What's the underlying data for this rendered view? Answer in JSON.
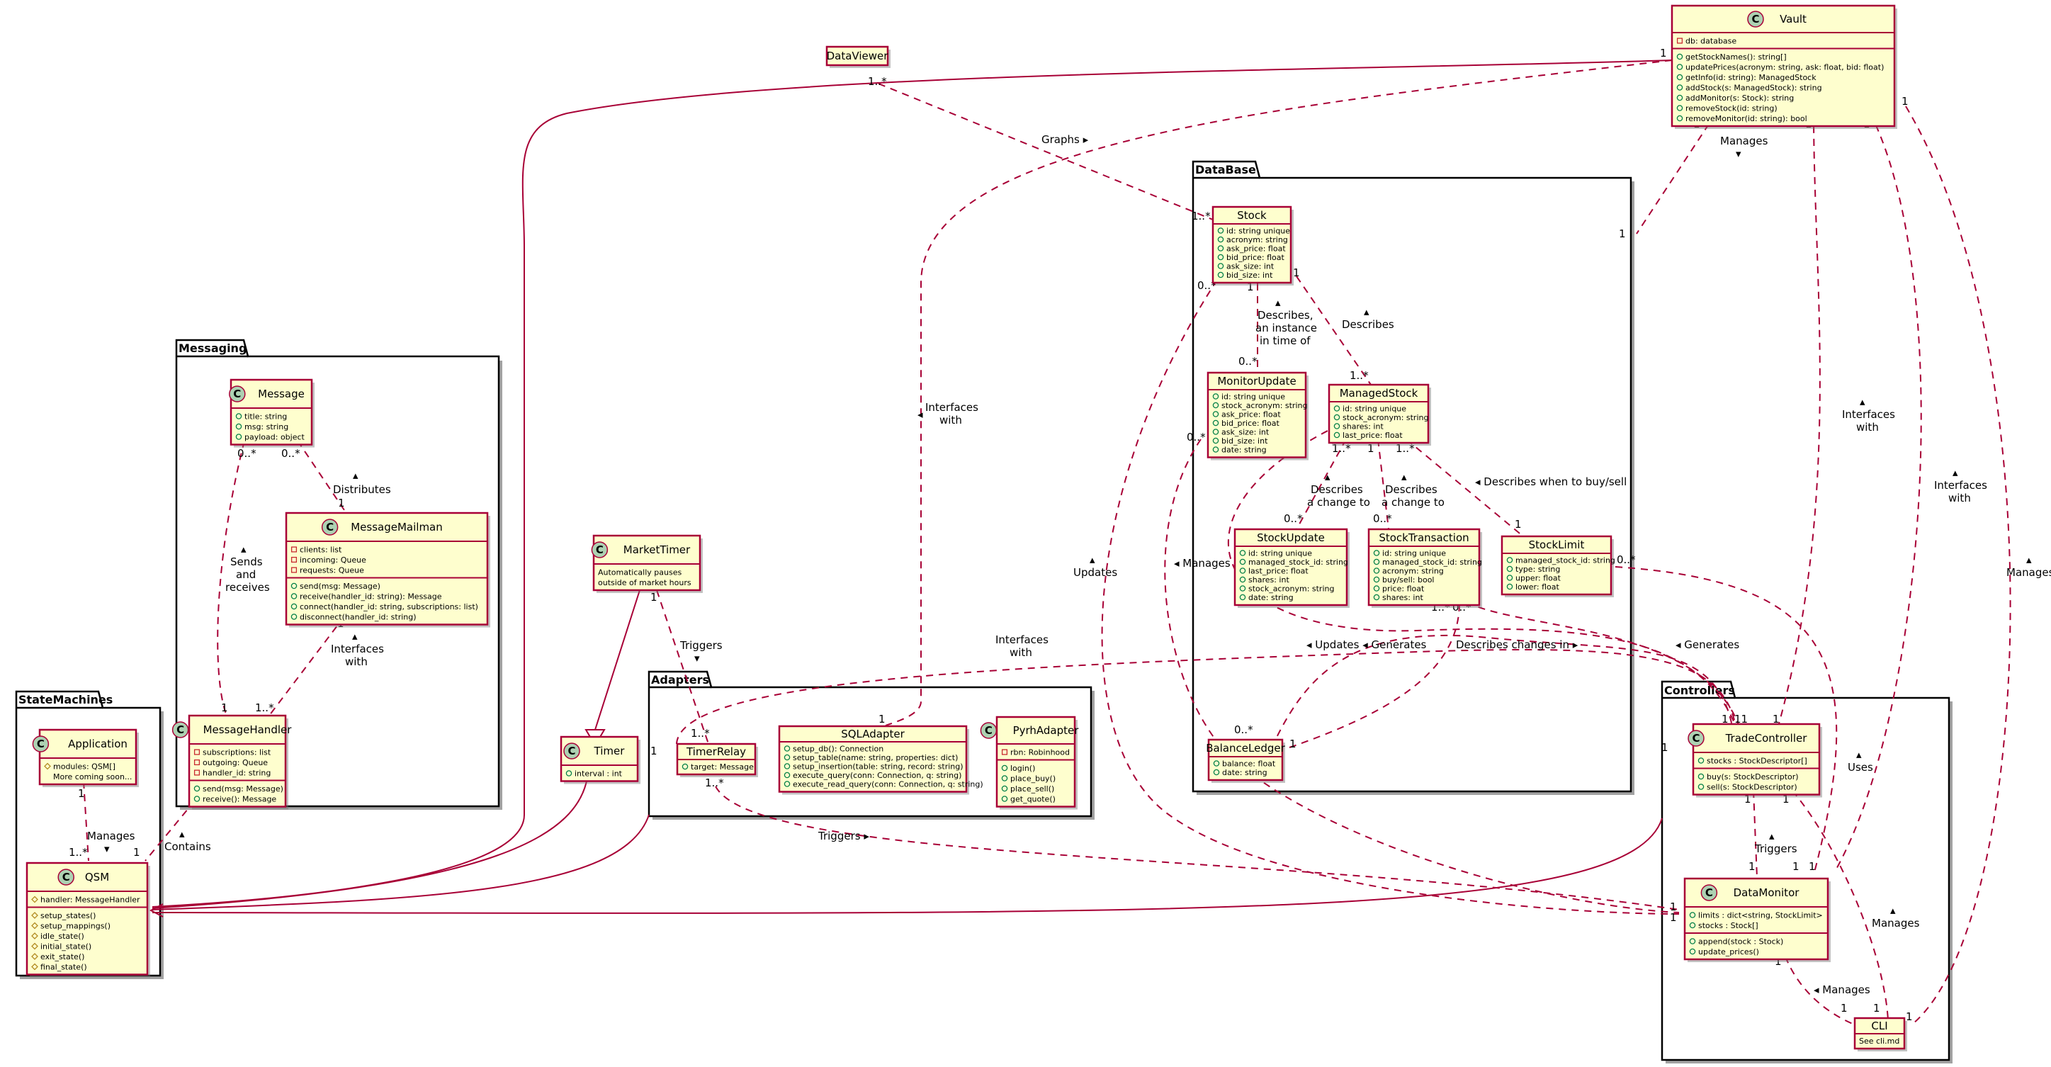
{
  "packages": {
    "messaging": "Messaging",
    "statemachines": "StateMachines",
    "adapters": "Adapters",
    "database": "DataBase",
    "controllers": "Controllers"
  },
  "classes": {
    "vault": {
      "name": "Vault",
      "attrs": [
        "db: database"
      ],
      "methods": [
        "getStockNames(): string[]",
        "updatePrices(acronym: string, ask: float, bid: float)",
        "getInfo(id: string): ManagedStock",
        "addStock(s: ManagedStock): string",
        "addMonitor(s: Stock): string",
        "removeStock(id: string)",
        "removeMonitor(id: string): bool"
      ]
    },
    "dataviewer": {
      "name": "DataViewer"
    },
    "stock": {
      "name": "Stock",
      "attrs": [
        "id: string unique",
        "acronym: string",
        "ask_price: float",
        "bid_price: float",
        "ask_size: int",
        "bid_size: int"
      ]
    },
    "monitorupdate": {
      "name": "MonitorUpdate",
      "attrs": [
        "id: string unique",
        "stock_acronym: string",
        "ask_price: float",
        "bid_price: float",
        "ask_size: int",
        "bid_size: int",
        "date: string"
      ]
    },
    "managedstock": {
      "name": "ManagedStock",
      "attrs": [
        "id: string unique",
        "stock_acronym: string",
        "shares: int",
        "last_price: float"
      ]
    },
    "stockupdate": {
      "name": "StockUpdate",
      "attrs": [
        "id: string unique",
        "managed_stock_id: string",
        "last_price: float",
        "shares: int",
        "stock_acronym: string",
        "date: string"
      ]
    },
    "stocktransaction": {
      "name": "StockTransaction",
      "attrs": [
        "id: string unique",
        "managed_stock_id: string",
        "acronym: string",
        "buy/sell: bool",
        "price: float",
        "shares: int"
      ]
    },
    "stocklimit": {
      "name": "StockLimit",
      "attrs": [
        "managed_stock_id: string",
        "type: string",
        "upper: float",
        "lower: float"
      ]
    },
    "balanceledger": {
      "name": "BalanceLedger",
      "attrs": [
        "balance: float",
        "date: string"
      ]
    },
    "message": {
      "name": "Message",
      "attrs": [
        "title: string",
        "msg: string",
        "payload: object"
      ]
    },
    "messagemailman": {
      "name": "MessageMailman",
      "attrs": [
        "clients: list",
        "incoming: Queue",
        "requests: Queue"
      ],
      "methods": [
        "send(msg: Message)",
        "receive(handler_id: string): Message",
        "connect(handler_id: string, subscriptions: list)",
        "disconnect(handler_id: string)"
      ]
    },
    "messagehandler": {
      "name": "MessageHandler",
      "attrs": [
        "subscriptions: list",
        "outgoing: Queue",
        "handler_id: string"
      ],
      "methods": [
        "send(msg: Message)",
        "receive(): Message"
      ]
    },
    "application": {
      "name": "Application",
      "attrs": [
        "modules: QSM[]",
        "More coming soon..."
      ]
    },
    "qsm": {
      "name": "QSM",
      "attrs": [
        "handler: MessageHandler"
      ],
      "methods": [
        "setup_states()",
        "setup_mappings()",
        "idle_state()",
        "initial_state()",
        "exit_state()",
        "final_state()"
      ]
    },
    "markettimer": {
      "name": "MarketTimer",
      "note": [
        "Automatically pauses",
        "outside of market hours"
      ]
    },
    "timer": {
      "name": "Timer",
      "attrs": [
        "interval : int"
      ]
    },
    "timerrelay": {
      "name": "TimerRelay",
      "attrs": [
        "target: Message"
      ]
    },
    "sqladapter": {
      "name": "SQLAdapter",
      "attrs": [
        "setup_db(): Connection",
        "setup_table(name: string, properties: dict)",
        "setup_insertion(table: string, record: string)",
        "execute_query(conn: Connection, q: string)",
        "execute_read_query(conn: Connection, q: string)"
      ]
    },
    "pyrhadapter": {
      "name": "PyrhAdapter",
      "attrs": [
        "rbn: Robinhood"
      ],
      "methods": [
        "login()",
        "place_buy()",
        "place_sell()",
        "get_quote()"
      ]
    },
    "tradecontroller": {
      "name": "TradeController",
      "attrs": [
        "stocks : StockDescriptor[]"
      ],
      "methods": [
        "buy(s: StockDescriptor)",
        "sell(s: StockDescriptor)"
      ]
    },
    "datamonitor": {
      "name": "DataMonitor",
      "attrs": [
        "limits : dict<string, StockLimit>",
        "stocks : Stock[]"
      ],
      "methods": [
        "append(stock : Stock)",
        "update_prices()"
      ]
    },
    "cli": {
      "name": "CLI",
      "note": [
        "See cli.md"
      ]
    }
  },
  "labels": {
    "graphs": "Graphs ▸",
    "manages_vault": "Manages",
    "manages_vault_arrow": "▾",
    "interfaces_with_1": "Interfaces",
    "interfaces_with_2": "with",
    "describes_instance_1": "▴",
    "describes_instance_2": "Describes,",
    "describes_instance_3": "an instance",
    "describes_instance_4": "in time of",
    "describes_ms_1": "▴",
    "describes_ms_2": "Describes",
    "describes_change_1": "▴",
    "describes_change_2": "Describes",
    "describes_change_3": "a change to",
    "describes_buysell": "◂ Describes when to buy/sell",
    "manages_db": "◂ Manages",
    "updates_1": "▴",
    "updates_2": "Updates",
    "updates_gen": "◂ Updates ◂ Generates",
    "describes_changes_in": "Describes changes in ▸",
    "generates": "◂ Generates",
    "distributes_1": "▴",
    "distributes_2": "Distributes",
    "sends_1": "▴",
    "sends_2": "Sends",
    "sends_3": "and",
    "sends_4": "receives",
    "iw_msg_1": "▴",
    "iw_msg_2": "Interfaces",
    "iw_msg_3": "with",
    "contains_1": "▴",
    "contains_2": "Contains",
    "manages_app_1": "Manages",
    "manages_app_2": "▾",
    "triggers_1": "Triggers",
    "triggers_2": "▾",
    "triggers_3": "Triggers ▸",
    "tc_triggers_1": "▴",
    "tc_triggers_2": "Triggers",
    "uses_1": "▴",
    "uses_2": "Uses",
    "manages_cli_1": "▴",
    "manages_cli_2": "Manages",
    "manages_dm": "◂ Manages",
    "iw_tc_1": "▴",
    "iw_tc_2": "Interfaces",
    "iw_tc_3": "with",
    "iw_dm_1": "▴",
    "iw_dm_2": "Interfaces",
    "iw_dm_3": "with",
    "manages_right_1": "▴",
    "manages_right_2": "Manages",
    "iw_sql_1": "◂",
    "iw_sql_2": "Interfaces",
    "iw_sql_3": "with"
  },
  "mult": {
    "one": "1",
    "one_star": "1..*",
    "zero_star": "0..*",
    "one_one": "11",
    "one_star_zero": "1..*",
    "zero_star_b": "0..*"
  },
  "colors": {
    "class_fill": "#FEFECE",
    "class_border": "#A80036",
    "edge": "#A80036",
    "circle": "#ADD1B2"
  }
}
